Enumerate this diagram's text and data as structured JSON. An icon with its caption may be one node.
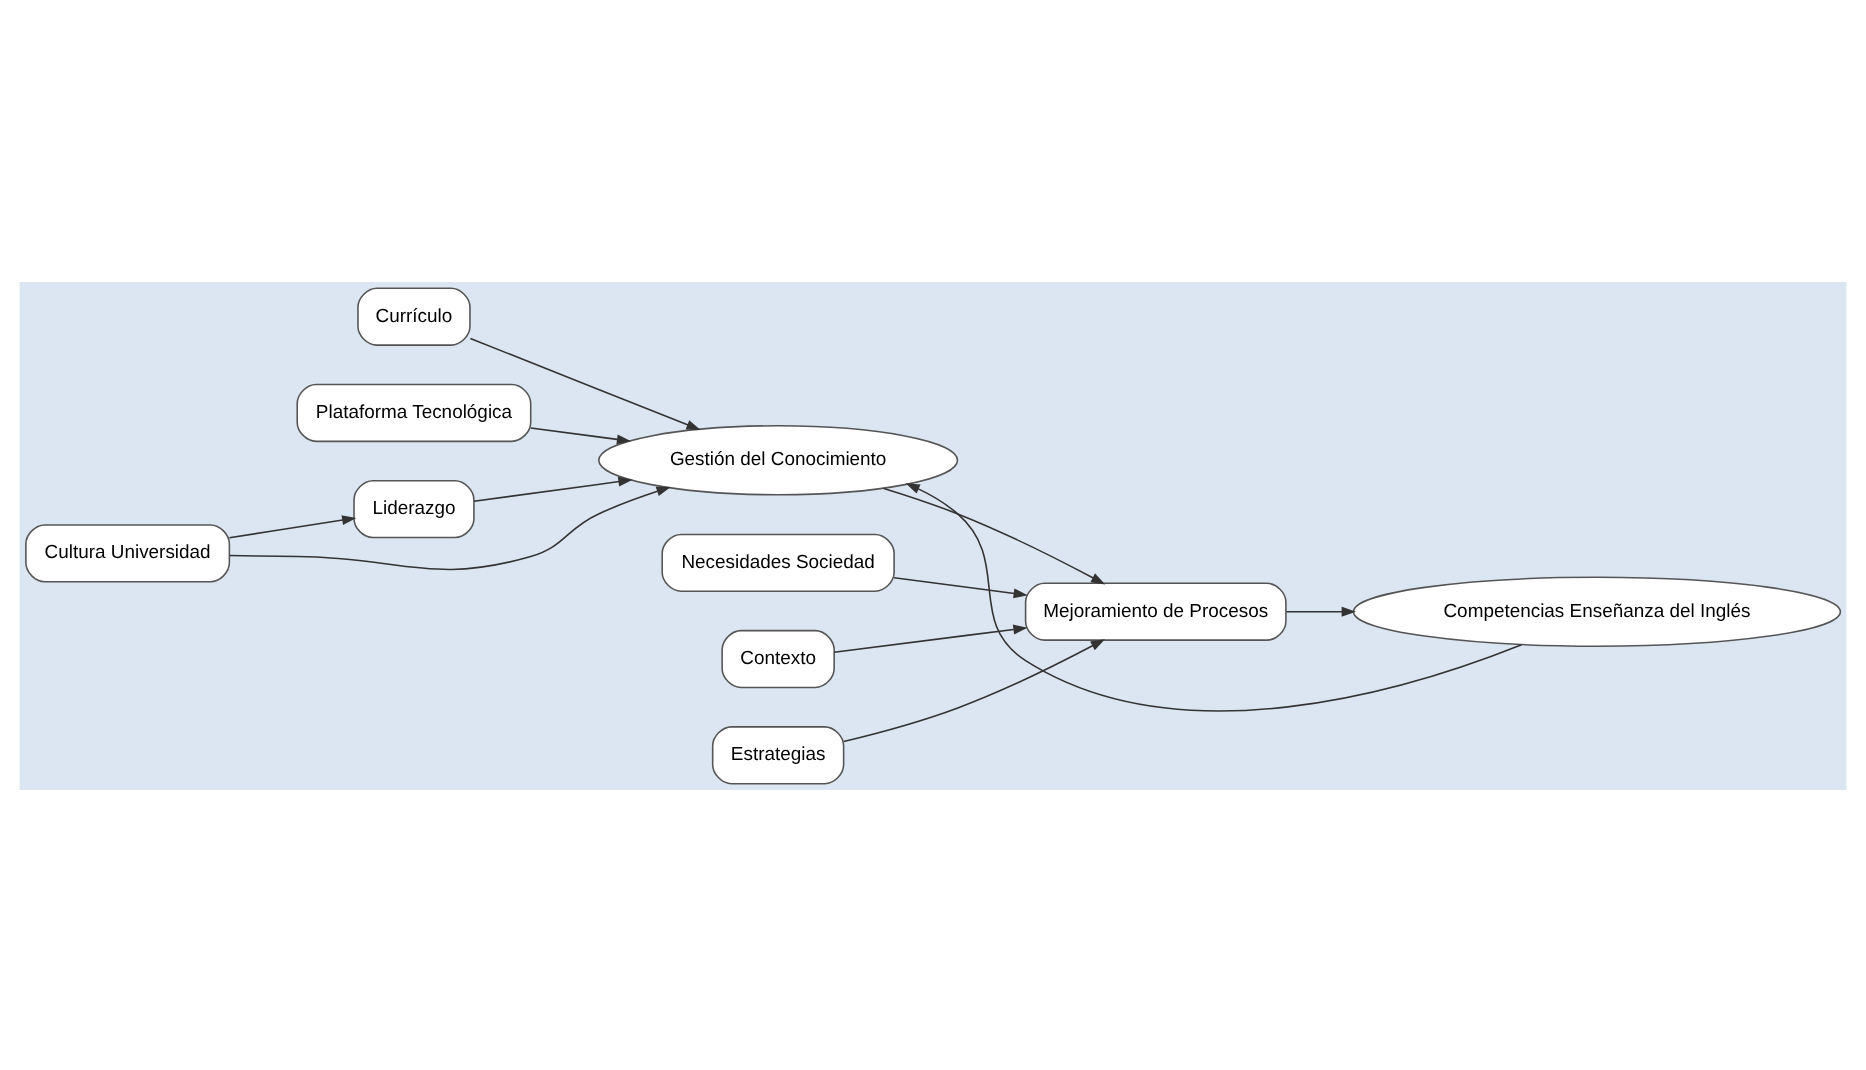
{
  "diagram": {
    "nodes": [
      {
        "text": [
          "Currículo"
        ]
      },
      {
        "text": [
          "Plataforma Tecnológica"
        ]
      },
      {
        "text": [
          "Necesidades Sociedad"
        ]
      },
      {
        "text": [
          "Contexto"
        ]
      },
      {
        "text": [
          "Liderazgo"
        ]
      },
      {
        "text": [
          "Gestión del Conocimiento"
        ]
      },
      {
        "text": [
          "Mejoramiento de Procesos"
        ]
      },
      {
        "text": [
          "Competencias Enseñanza del Inglés"
        ]
      },
      {
        "text": [
          "Cultura Universidad"
        ]
      },
      {
        "text": [
          "Estrategias"
        ]
      }
    ],
    "edges": [
      {
        "from": 0,
        "to": 5,
        "arrow": "to"
      },
      {
        "from": 1,
        "to": 5,
        "arrow": "to"
      },
      {
        "from": 4,
        "to": 5,
        "arrow": "to"
      },
      {
        "from": 8,
        "to": 5,
        "arrow": "to"
      },
      {
        "from": 8,
        "to": 4,
        "arrow": "to"
      },
      {
        "from": 5,
        "to": 6,
        "arrow": "to"
      },
      {
        "from": 2,
        "to": 6,
        "arrow": "to"
      },
      {
        "from": 3,
        "to": 6,
        "arrow": "to"
      },
      {
        "from": 9,
        "to": 6,
        "arrow": "to"
      },
      {
        "from": 6,
        "to": 7,
        "arrow": "to"
      },
      {
        "from": 7,
        "to": 5,
        "arrow": "to"
      }
    ]
  }
}
